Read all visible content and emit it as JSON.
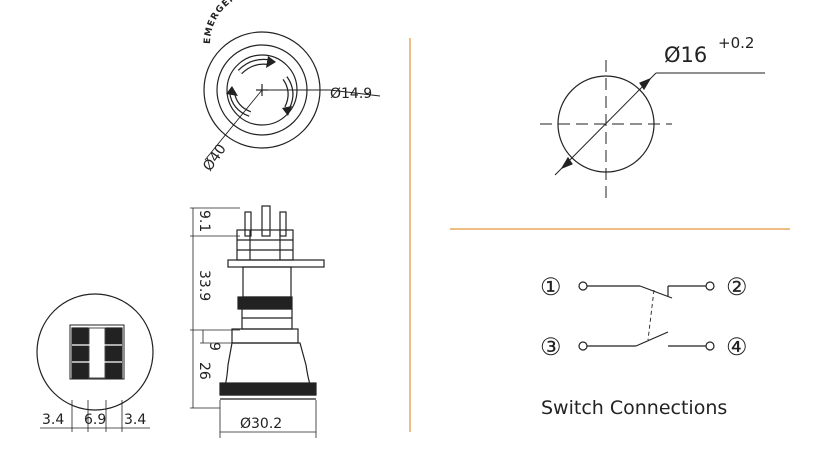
{
  "colors": {
    "divider": "#e8a75a",
    "line": "#222222",
    "background": "#ffffff"
  },
  "top_view": {
    "ring_text": "EMERGENCY STOP",
    "dia_button": "Ø14.9",
    "dia_outer": "Ø40"
  },
  "side_view": {
    "dim_terminal": "9.1",
    "dim_body": "33.9",
    "dim_bezel": "9",
    "dim_button": "26",
    "dim_width": "Ø30.2"
  },
  "bottom_view": {
    "dim_left": "3.4",
    "dim_center": "6.9",
    "dim_right": "3.4"
  },
  "panel_cutout": {
    "dia_main": "Ø16",
    "tolerance": "+0.2"
  },
  "switch": {
    "caption": "Switch Connections",
    "terminals": [
      "①",
      "②",
      "③",
      "④"
    ]
  }
}
